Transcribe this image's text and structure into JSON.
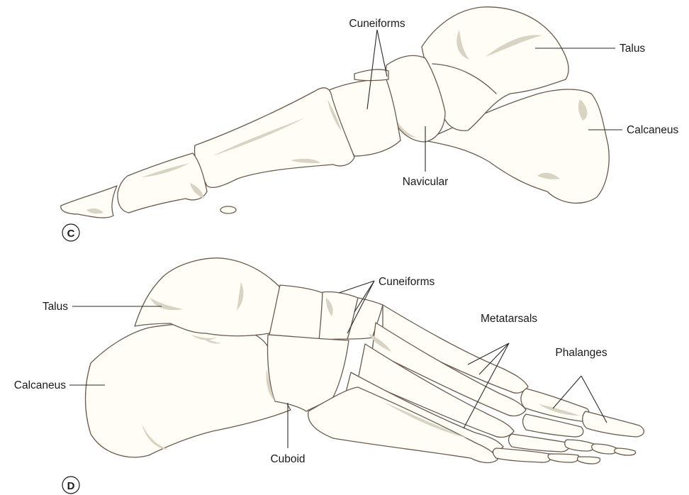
{
  "panels": [
    {
      "letter": "C",
      "labels": {
        "cuneiforms": "Cuneiforms",
        "talus": "Talus",
        "calcaneus": "Calcaneus",
        "navicular": "Navicular"
      }
    },
    {
      "letter": "D",
      "labels": {
        "talus": "Talus",
        "cuneiforms": "Cuneiforms",
        "metatarsals": "Metatarsals",
        "phalanges": "Phalanges",
        "calcaneus": "Calcaneus",
        "cuboid": "Cuboid"
      }
    }
  ],
  "colors": {
    "bone_fill": "#fffdf6",
    "outline": "#6b5a4e",
    "shading": "#d8d3c2"
  }
}
